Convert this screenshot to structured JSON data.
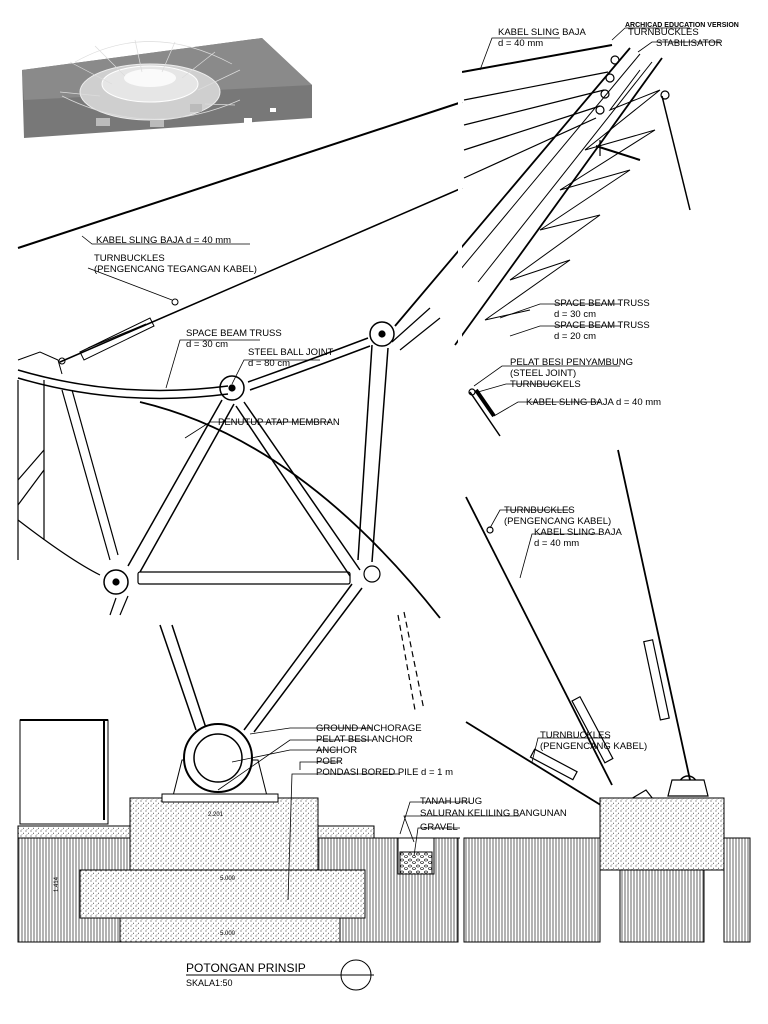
{
  "watermark": "ARCHICAD EDUCATION VERSION",
  "labels": {
    "kabel_top": "KABEL SLING BAJA",
    "kabel_top_d": "d = 40 mm",
    "turnbuckles_top": "TURNBUCKLES",
    "stabilisator": "STABILISATOR",
    "kabel_left": "KABEL SLING BAJA d = 40 mm",
    "turnbuckles_left_1": "TURNBUCKLES",
    "turnbuckles_left_2": "(PENGENCANG TEGANGAN KABEL)",
    "sbt_center": "SPACE BEAM TRUSS",
    "sbt_center_d": "d = 30 cm",
    "ball_joint": "STEEL BALL JOINT",
    "ball_joint_d": "d = 80 cm",
    "membran": "PENUTUP ATAP MEMBRAN",
    "sbt_right_1": "SPACE BEAM TRUSS",
    "sbt_right_1_d": "d = 30 cm",
    "sbt_right_2": "SPACE BEAM TRUSS",
    "sbt_right_2_d": "d = 20 cm",
    "pelat_1": "PELAT BESI PENYAMBUNG",
    "pelat_2": "(STEEL JOINT)",
    "turnbuckels": "TURNBUCKELS",
    "kabel_right": "KABEL SLING BAJA d = 40 mm",
    "tb_right_1": "TURNBUCKLES",
    "tb_right_2": "(PENGENCANG KABEL)",
    "kabel_right2": "KABEL SLING BAJA",
    "kabel_right2_d": "d = 40 mm",
    "ground_anchorage": "GROUND ANCHORAGE",
    "pelat_anchor": "PELAT BESI ANCHOR",
    "anchor": "ANCHOR",
    "poer": "POER",
    "pondasi": "PONDASI BORED PILE d = 1 m",
    "tanah_urug": "TANAH URUG",
    "saluran": "SALURAN KELILING BANGUNAN",
    "gravel": "GRAVEL",
    "tb_low_1": "TURNBUCKLES",
    "tb_low_2": "(PENGENCANG KABEL)"
  },
  "title": {
    "main": "POTONGAN PRINSIP",
    "scale": "SKALA1:50"
  },
  "dimensions": {
    "d1": "2.201",
    "d2": "5.000",
    "d3": "1.414",
    "d4": "5.000"
  },
  "colors": {
    "ink": "#000000",
    "render_ground": "#7a7a7a",
    "render_structure": "#d8d8d8"
  }
}
